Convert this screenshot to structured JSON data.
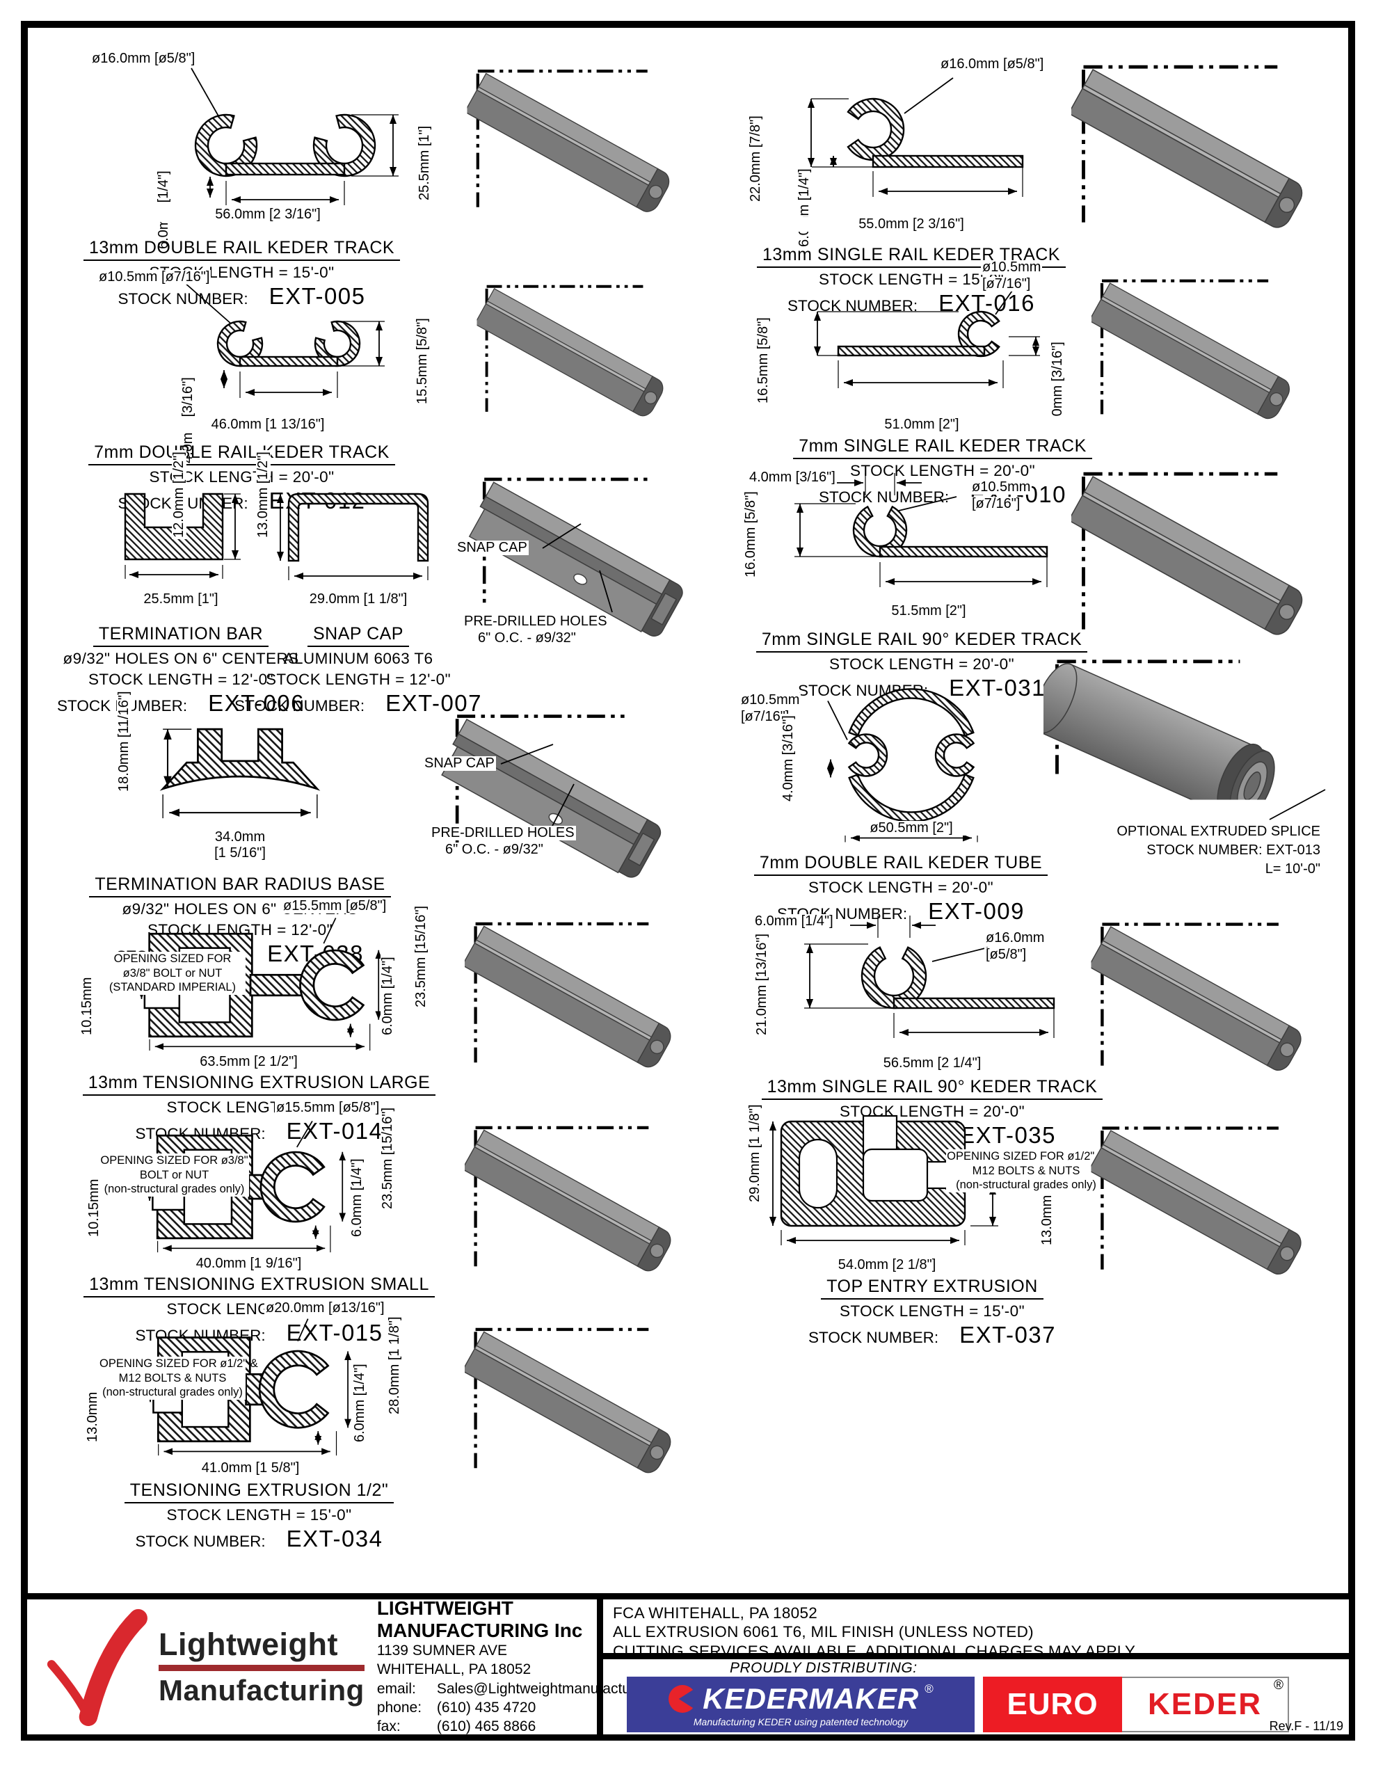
{
  "labels": {
    "stock_number": "STOCK NUMBER:",
    "snap_cap": "SNAP CAP",
    "holes1": "PRE-DRILLED HOLES",
    "holes2": "6\" O.C. - ø9/32\"",
    "splice1": "OPTIONAL EXTRUDED SPLICE",
    "splice2": "STOCK NUMBER: EXT-013",
    "splice3": "L= 10'-0\"",
    "rev": "Rev.F - 11/19"
  },
  "colors": {
    "brand_red": "#d9282e",
    "logo_bar_red": "#9e2a2d",
    "kedermaker_blue": "#3b3e98",
    "euro_red": "#ed1c24"
  },
  "products": {
    "e005": {
      "title": "13mm DOUBLE RAIL KEDER TRACK",
      "len": "STOCK LENGTH = 15'-0\"",
      "sn": "EXT-005",
      "dia": "ø16.0mm [ø5/8\"]",
      "h": "25.5mm [1\"]",
      "t": "6.0mm [1/4\"]",
      "w": "56.0mm [2 3/16\"]"
    },
    "e016": {
      "title": "13mm SINGLE RAIL KEDER TRACK",
      "len": "STOCK LENGTH = 15'-0\"",
      "sn": "EXT-016",
      "dia": "ø16.0mm [ø5/8\"]",
      "h": "22.0mm [7/8\"]",
      "t": "6.0mm [1/4\"]",
      "w": "55.0mm [2 3/16\"]"
    },
    "e012": {
      "title": "7mm DOUBLE RAIL KEDER TRACK",
      "len": "STOCK LENGTH = 20'-0\"",
      "sn": "EXT-012",
      "dia": "ø10.5mm [ø7/16\"]",
      "h": "15.5mm [5/8\"]",
      "t": "4.0mm [3/16\"]",
      "w": "46.0mm [1 13/16\"]"
    },
    "e010": {
      "title": "7mm SINGLE RAIL KEDER TRACK",
      "len": "STOCK LENGTH = 20'-0\"",
      "sn": "EXT-010",
      "dia1": "ø10.5mm",
      "dia2": "[ø7/16\"]",
      "h": "16.5mm [5/8\"]",
      "t": "4.0mm [3/16\"]",
      "w": "51.0mm [2\"]"
    },
    "e006": {
      "title": "TERMINATION BAR",
      "spec": "ø9/32\" HOLES ON 6\" CENTERS",
      "len": "STOCK LENGTH = 12'-0\"",
      "sn": "EXT-006",
      "h": "12.0mm [1/2\"]",
      "w": "25.5mm [1\"]"
    },
    "e007": {
      "title": "SNAP CAP",
      "spec": "ALUMINUM 6063 T6",
      "len": "STOCK LENGTH = 12'-0\"",
      "sn": "EXT-007",
      "h": "13.0mm [1/2\"]",
      "w": "29.0mm [1 1/8\"]"
    },
    "e031": {
      "title": "7mm SINGLE RAIL 90° KEDER TRACK",
      "len": "STOCK LENGTH = 20'-0\"",
      "sn": "EXT-031",
      "g": "4.0mm [3/16\"]",
      "dia1": "ø10.5mm",
      "dia2": "[ø7/16\"]",
      "h": "16.0mm [5/8\"]",
      "w": "51.5mm [2\"]"
    },
    "e038": {
      "title": "TERMINATION BAR RADIUS BASE",
      "spec": "ø9/32\" HOLES ON 6\" CENTERS",
      "len": "STOCK LENGTH = 12'-0\"",
      "sn": "EXT-038",
      "h": "18.0mm [11/16\"]",
      "w1": "34.0mm",
      "w2": "[1 5/16\"]"
    },
    "e009": {
      "title": "7mm DOUBLE RAIL KEDER TUBE",
      "len": "STOCK LENGTH = 20'-0\"",
      "sn": "EXT-009",
      "dia1": "ø10.5mm",
      "dia2": "[ø7/16\"]",
      "t": "4.0mm [3/16\"]",
      "w": "ø50.5mm [2\"]"
    },
    "e014": {
      "title": "13mm TENSIONING EXTRUSION LARGE",
      "len": "STOCK LENGTH = 15'-0\"",
      "sn": "EXT-014",
      "dia": "ø15.5mm [ø5/8\"]",
      "h": "23.5mm [15/16\"]",
      "t": "6.0mm [1/4\"]",
      "w": "63.5mm [2 1/2\"]",
      "o": "10.15mm",
      "n1": "OPENING SIZED FOR",
      "n2": "ø3/8\" BOLT or NUT",
      "n3": "(STANDARD IMPERIAL)"
    },
    "e035": {
      "title": "13mm SINGLE RAIL 90° KEDER TRACK",
      "len": "STOCK LENGTH = 20'-0\"",
      "sn": "EXT-035",
      "g": "6.0mm [1/4\"]",
      "dia1": "ø16.0mm",
      "dia2": "[ø5/8\"]",
      "h": "21.0mm [13/16\"]",
      "w": "56.5mm [2 1/4\"]"
    },
    "e015": {
      "title": "13mm TENSIONING EXTRUSION SMALL",
      "len": "STOCK LENGTH = 15'-0\"",
      "sn": "EXT-015",
      "dia": "ø15.5mm [ø5/8\"]",
      "h": "23.5mm [15/16\"]",
      "t": "6.0mm [1/4\"]",
      "w": "40.0mm [1 9/16\"]",
      "o": "10.15mm",
      "n1": "OPENING SIZED FOR ø3/8\"",
      "n2": "BOLT or NUT",
      "n3": "(non-structural grades only)"
    },
    "e037": {
      "title": "TOP ENTRY EXTRUSION",
      "len": "STOCK LENGTH = 15'-0\"",
      "sn": "EXT-037",
      "h": "29.0mm [1 1/8\"]",
      "w": "54.0mm [2 1/8\"]",
      "t": "13.0mm [1/2\"]",
      "n1": "OPENING SIZED FOR ø1/2\" &",
      "n2": "M12 BOLTS & NUTS",
      "n3": "(non-structural grades only)"
    },
    "e034": {
      "title": "TENSIONING EXTRUSION 1/2\"",
      "len": "STOCK LENGTH = 15'-0\"",
      "sn": "EXT-034",
      "dia": "ø20.0mm [ø13/16\"]",
      "h": "28.0mm [1 1/8\"]",
      "t": "6.0mm [1/4\"]",
      "w": "41.0mm [1 5/8\"]",
      "o": "13.0mm",
      "n1": "OPENING SIZED FOR ø1/2\" &",
      "n2": "M12 BOLTS & NUTS",
      "n3": "(non-structural grades only)"
    }
  },
  "footer": {
    "wordmark1": "Lightweight",
    "wordmark2": "Manufacturing",
    "company": [
      "LIGHTWEIGHT",
      "MANUFACTURING Inc",
      "1139 SUMNER AVE",
      "WHITEHALL, PA 18052"
    ],
    "email_label": "email:",
    "email": "Sales@Lightweightmanufacturing.com",
    "phone_label": "phone:",
    "phone": "(610) 435 4720",
    "fax_label": "fax:",
    "fax": "(610) 465 8866",
    "notes": [
      "FCA WHITEHALL, PA 18052",
      "ALL EXTRUSION 6061 T6, MIL FINISH (UNLESS NOTED)",
      "CUTTING SERVICES AVAILABLE. ADDITIONAL CHARGES MAY APPLY."
    ],
    "distributing": "PROUDLY DISTRIBUTING:",
    "kedermaker": "KEDERMAKER",
    "km_reg": "®",
    "km_tag": "Manufacturing KEDER using patented technology",
    "euro": "EURO",
    "keder": "KEDER",
    "ek_reg": "®"
  }
}
